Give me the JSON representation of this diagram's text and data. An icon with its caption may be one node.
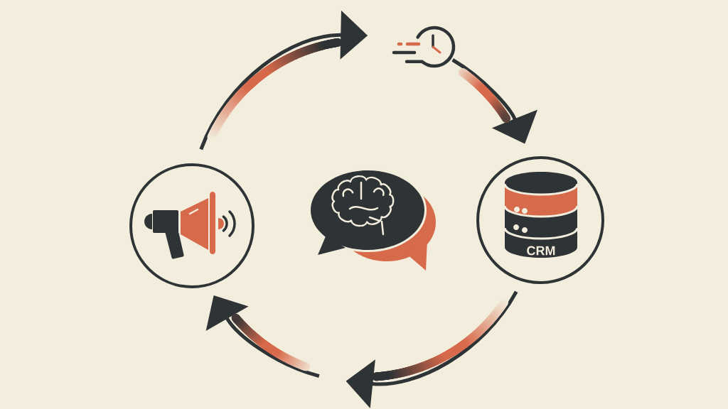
{
  "diagram": {
    "nodes": [
      {
        "text": [],
        "shape": "circle"
      },
      {
        "text": [],
        "shape": "picture"
      },
      {
        "text": [],
        "shape": "circle"
      },
      {
        "text": [
          "CRM"
        ],
        "in": 2
      }
    ],
    "edges": [
      {
        "from": 0,
        "to": 1,
        "arrow": "to"
      },
      {
        "from": 1,
        "to": 2,
        "arrow": "to"
      },
      {
        "from": 2,
        "to": null,
        "arrow": "to"
      },
      {
        "from": null,
        "to": 0,
        "arrow": "to"
      }
    ]
  }
}
